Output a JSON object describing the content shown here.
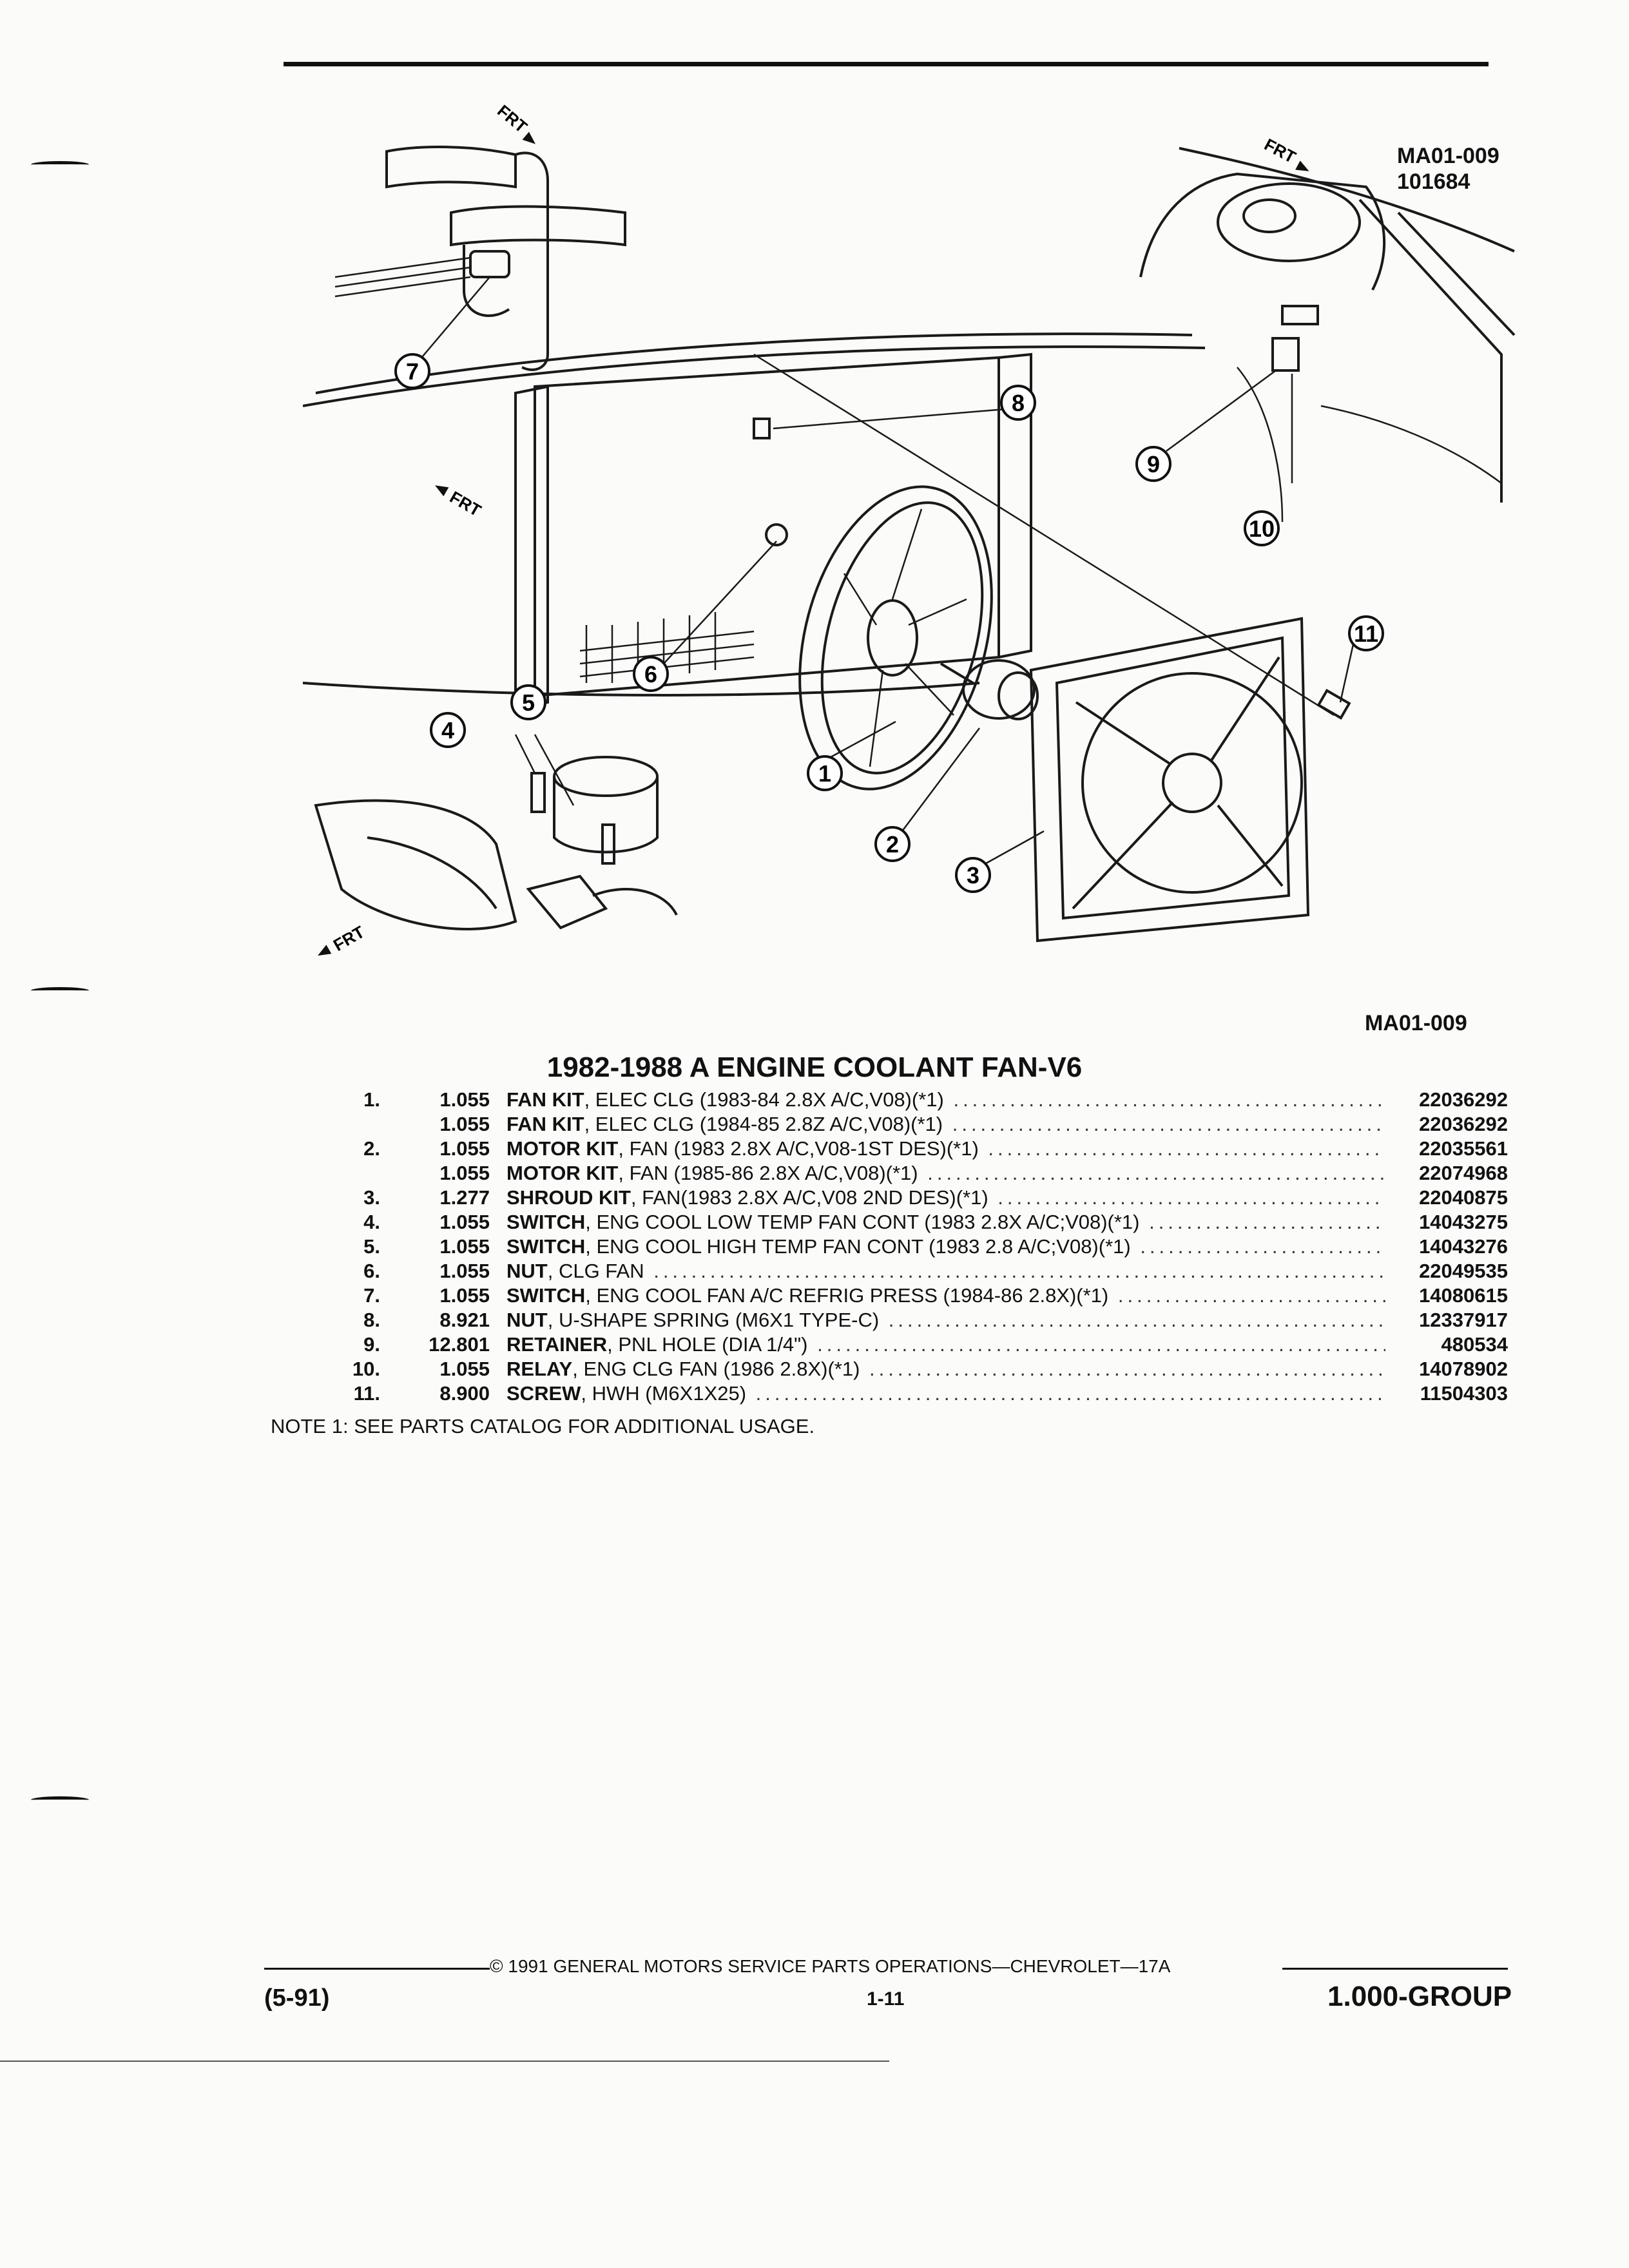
{
  "header": {
    "ref_code": "MA01-009",
    "ref_date": "101684"
  },
  "diagram": {
    "figure_code": "MA01-009",
    "frt_label": "FRT",
    "callouts": [
      "1",
      "2",
      "3",
      "4",
      "5",
      "6",
      "7",
      "8",
      "9",
      "10",
      "11"
    ]
  },
  "section": {
    "title": "1982-1988 A ENGINE COOLANT FAN-V6"
  },
  "parts": [
    {
      "index": "1.",
      "group": "1.055",
      "name": "FAN KIT",
      "desc": ", ELEC CLG (1983-84 2.8X A/C,V08)(*1)",
      "part_no": "22036292"
    },
    {
      "index": "",
      "group": "1.055",
      "name": "FAN KIT",
      "desc": ", ELEC CLG (1984-85 2.8Z A/C,V08)(*1)",
      "part_no": "22036292"
    },
    {
      "index": "2.",
      "group": "1.055",
      "name": "MOTOR KIT",
      "desc": ", FAN (1983 2.8X A/C,V08-1ST DES)(*1)",
      "part_no": "22035561"
    },
    {
      "index": "",
      "group": "1.055",
      "name": "MOTOR KIT",
      "desc": ", FAN (1985-86 2.8X A/C,V08)(*1)",
      "part_no": "22074968"
    },
    {
      "index": "3.",
      "group": "1.277",
      "name": "SHROUD KIT",
      "desc": ", FAN(1983 2.8X A/C,V08 2ND DES)(*1)",
      "part_no": "22040875"
    },
    {
      "index": "4.",
      "group": "1.055",
      "name": "SWITCH",
      "desc": ", ENG COOL LOW TEMP FAN CONT (1983 2.8X A/C;V08)(*1)",
      "part_no": "14043275"
    },
    {
      "index": "5.",
      "group": "1.055",
      "name": "SWITCH",
      "desc": ", ENG COOL HIGH TEMP FAN CONT (1983 2.8 A/C;V08)(*1)",
      "part_no": "14043276"
    },
    {
      "index": "6.",
      "group": "1.055",
      "name": "NUT",
      "desc": ", CLG FAN",
      "part_no": "22049535"
    },
    {
      "index": "7.",
      "group": "1.055",
      "name": "SWITCH",
      "desc": ", ENG COOL FAN A/C REFRIG PRESS (1984-86 2.8X)(*1)",
      "part_no": "14080615"
    },
    {
      "index": "8.",
      "group": "8.921",
      "name": "NUT",
      "desc": ", U-SHAPE SPRING (M6X1 TYPE-C)",
      "part_no": "12337917"
    },
    {
      "index": "9.",
      "group": "12.801",
      "name": "RETAINER",
      "desc": ", PNL HOLE (DIA 1/4\")",
      "part_no": "480534"
    },
    {
      "index": "10.",
      "group": "1.055",
      "name": "RELAY",
      "desc": ", ENG CLG FAN (1986 2.8X)(*1)",
      "part_no": "14078902"
    },
    {
      "index": "11.",
      "group": "8.900",
      "name": "SCREW",
      "desc": ", HWH (M6X1X25)",
      "part_no": "11504303"
    }
  ],
  "note": "NOTE  1:  SEE PARTS CATALOG FOR ADDITIONAL USAGE.",
  "footer": {
    "copyright": "©  1991  GENERAL MOTORS SERVICE PARTS OPERATIONS—CHEVROLET—17A",
    "date_code": "(5-91)",
    "page": "1-11",
    "group": "1.000-GROUP"
  }
}
